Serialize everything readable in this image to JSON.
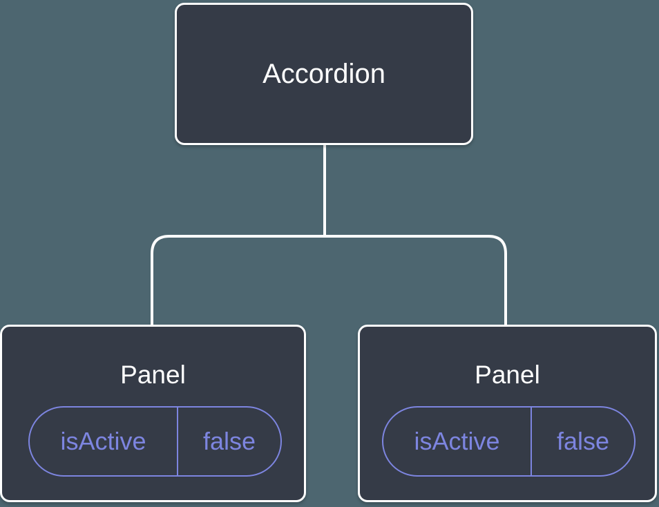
{
  "diagram": {
    "root": {
      "label": "Accordion"
    },
    "panels": [
      {
        "label": "Panel",
        "state_name": "isActive",
        "state_value": "false"
      },
      {
        "label": "Panel",
        "state_name": "isActive",
        "state_value": "false"
      }
    ],
    "colors": {
      "background": "#4d6670",
      "node_fill": "#353b47",
      "node_border": "#ffffff",
      "connector": "#ffffff",
      "state_accent": "#7d85e0",
      "label_text": "#ffffff"
    }
  }
}
